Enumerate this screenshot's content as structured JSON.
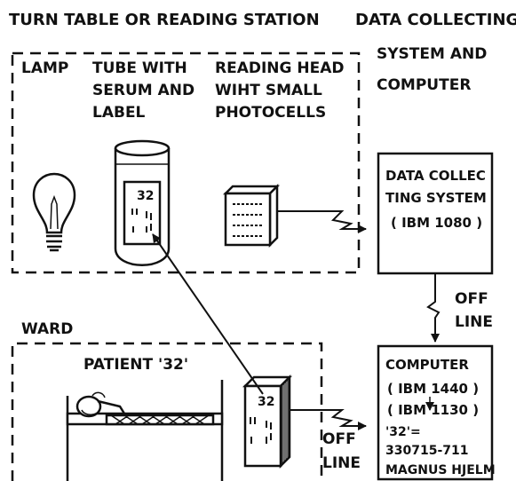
{
  "header": {
    "left_title": "TURN TABLE OR READING STATION",
    "right_title_1": "DATA COLLECTING",
    "right_title_2": "SYSTEM AND",
    "right_title_3": "COMPUTER"
  },
  "station": {
    "lamp_label": "LAMP",
    "tube_label_1": "TUBE WITH",
    "tube_label_2": "SERUM AND",
    "tube_label_3": "LABEL",
    "head_label_1": "READING HEAD",
    "head_label_2": "WIHT SMALL",
    "head_label_3": "PHOTOCELLS",
    "tube_number": "32"
  },
  "dcs": {
    "line1": "DATA COLLEC",
    "line2": "TING SYSTEM",
    "line3": "( IBM 1080 )"
  },
  "offline_1": {
    "line1": "OFF",
    "line2": "LINE"
  },
  "offline_2": {
    "line1": "OFF",
    "line2": "LINE"
  },
  "ward": {
    "label": "WARD",
    "patient_label": "PATIENT '32'",
    "card_number": "32"
  },
  "computer": {
    "line1": "COMPUTER",
    "line2": "( IBM 1440 )",
    "line3": "( IBM 1130 )",
    "line4": "'32'=",
    "line5": "330715-711",
    "line6": "MAGNUS HJELM"
  }
}
